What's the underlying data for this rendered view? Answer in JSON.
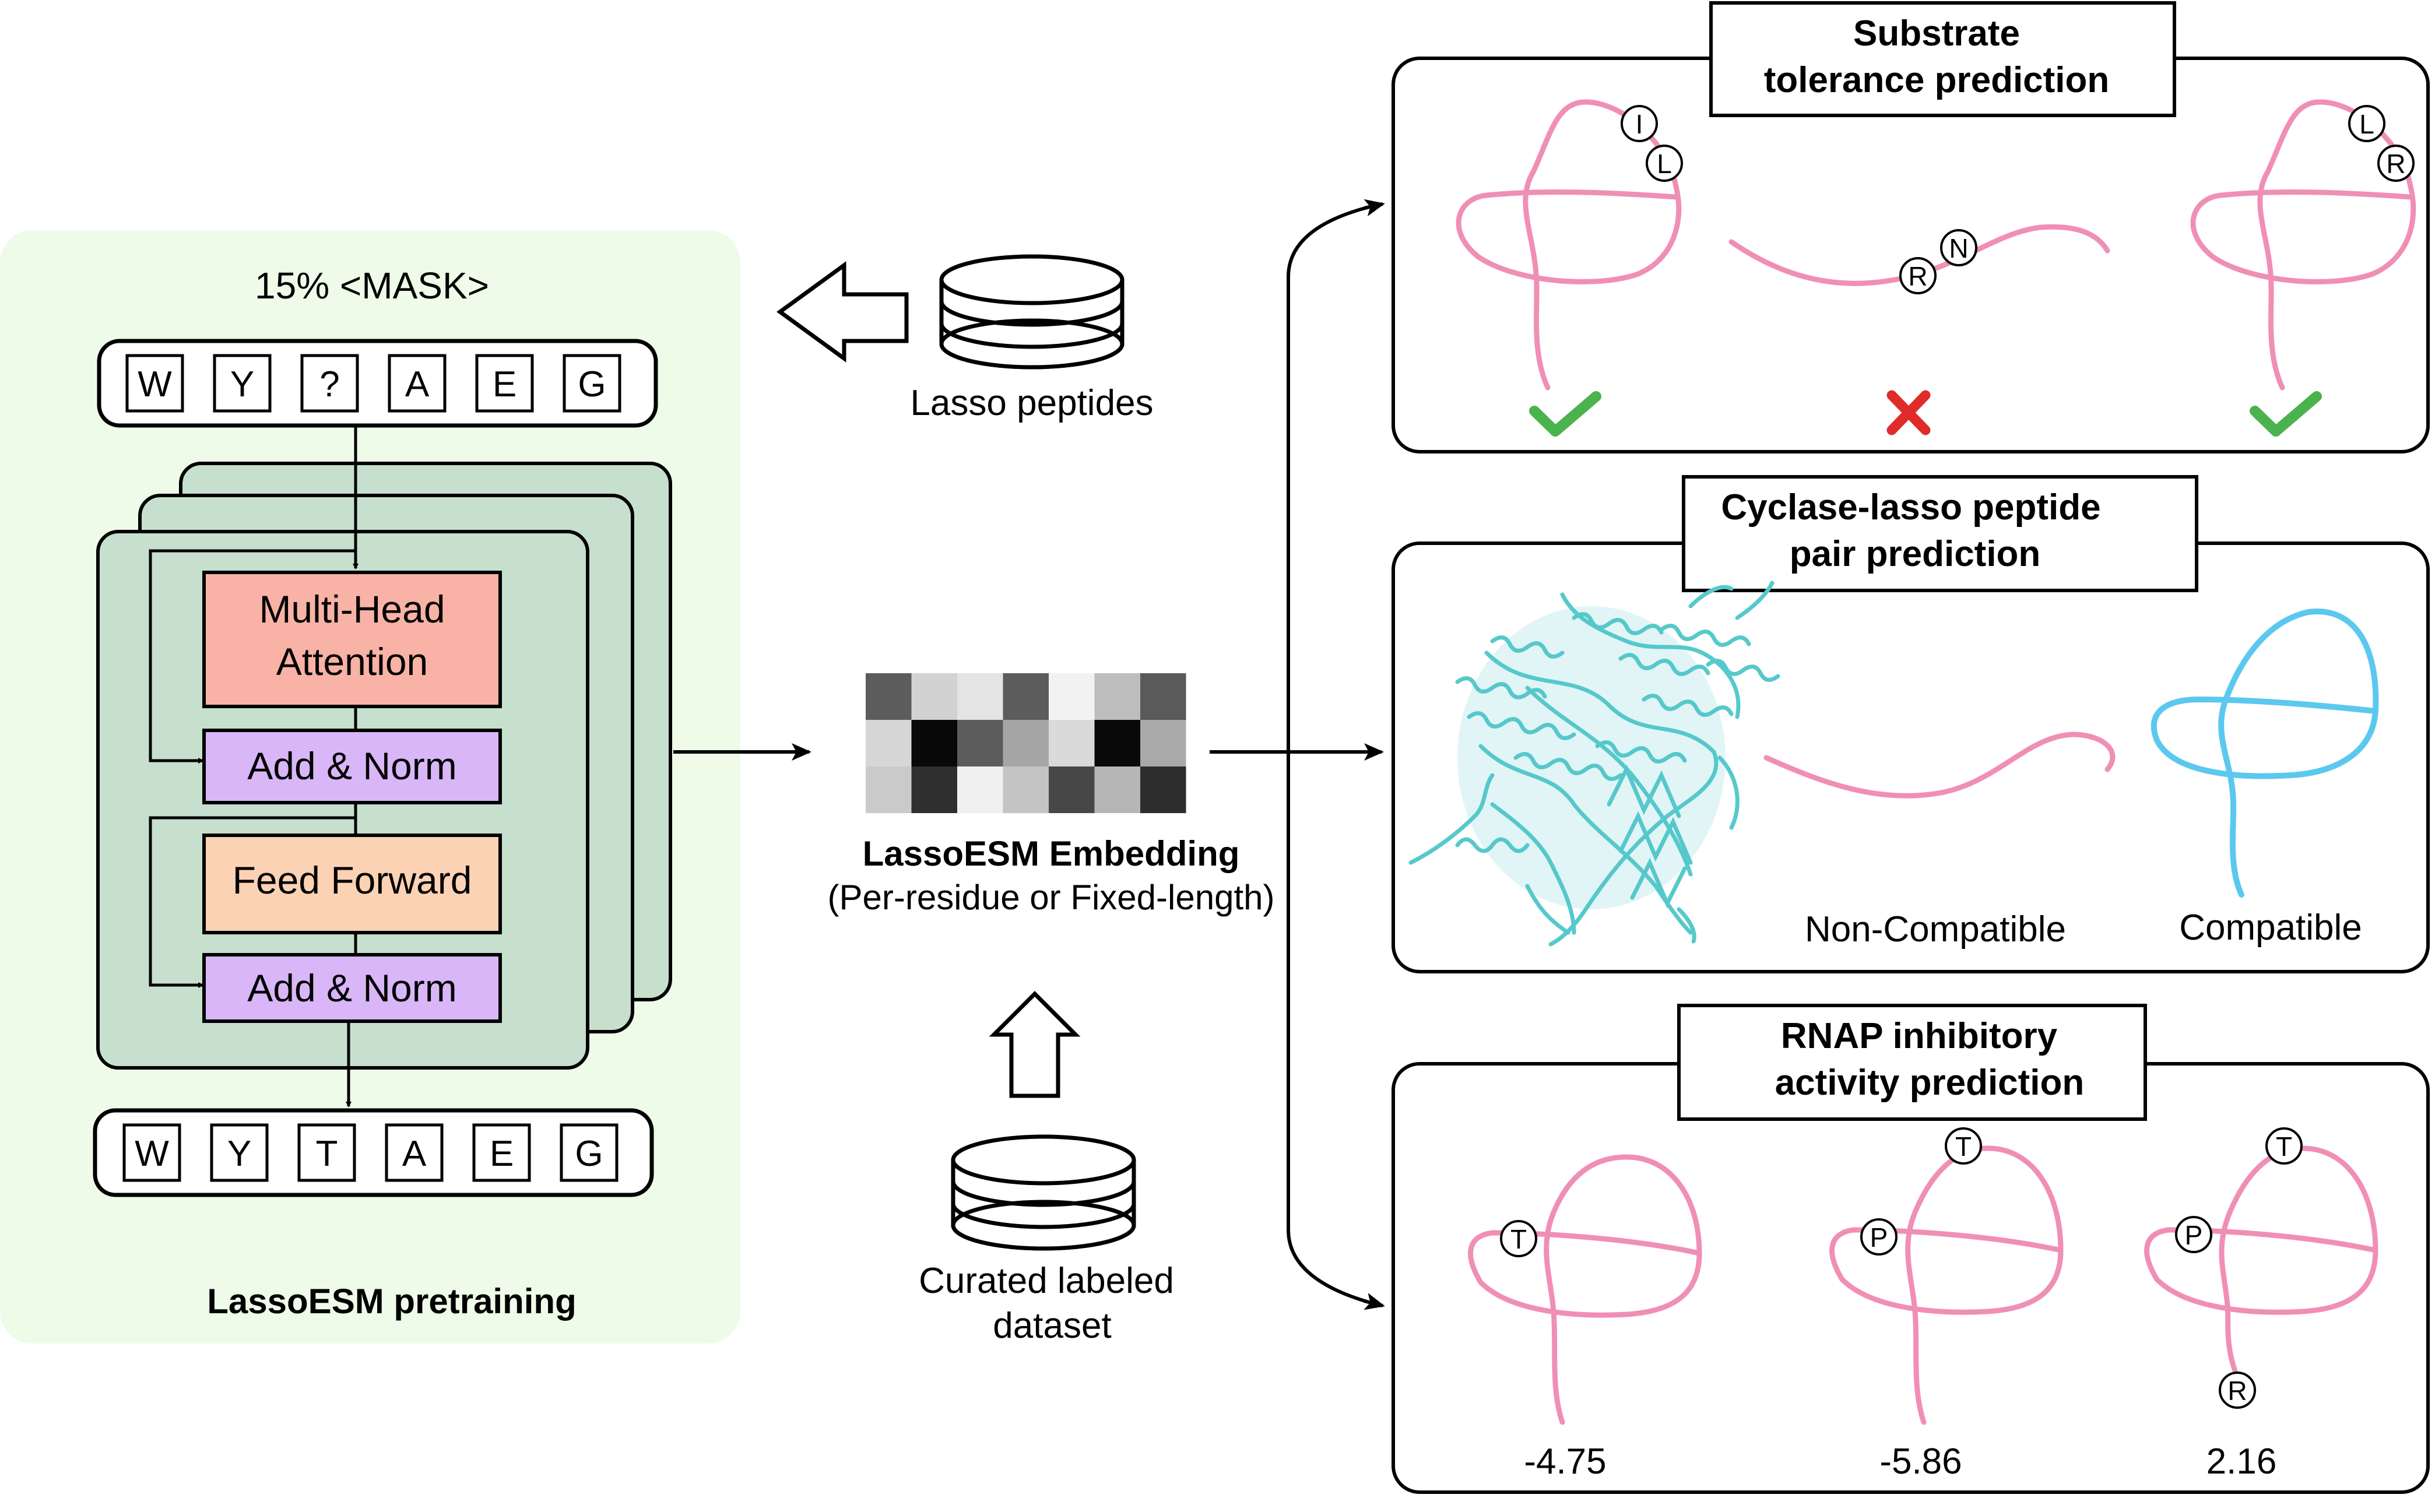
{
  "colors": {
    "pretrain_bg": "#eefbe9",
    "layer_fill": "#c6e0cd",
    "attention_fill": "#f8b2a6",
    "norm_fill": "#d9b6f7",
    "feedforward_fill": "#fbd2b4",
    "lasso_pink": "#f08fb6",
    "compatible_blue": "#5bc8ef",
    "protein_cyan": "#56c9cb",
    "check_green": "#4bb34d",
    "cross_red": "#e02b2b",
    "line_black": "#000000"
  },
  "pretraining": {
    "mask_label": "15% <MASK>",
    "input_tokens": [
      "W",
      "Y",
      "?",
      "A",
      "E",
      "G"
    ],
    "output_tokens": [
      "W",
      "Y",
      "T",
      "A",
      "E",
      "G"
    ],
    "attention_line1": "Multi-Head",
    "attention_line2": "Attention",
    "add_norm_1": "Add & Norm",
    "feed_forward": "Feed Forward",
    "add_norm_2": "Add & Norm",
    "caption": "LassoESM pretraining"
  },
  "data_sources": {
    "lasso_peptides": "Lasso peptides",
    "curated_line1": "Curated labeled",
    "curated_line2": "dataset"
  },
  "embedding": {
    "title": "LassoESM Embedding",
    "subtitle": "(Per-residue or Fixed-length)",
    "matrix_shades": [
      [
        "#5c5c5c",
        "#d2d2d2",
        "#e4e4e4",
        "#5c5c5c",
        "#f2f2f2",
        "#bdbdbd",
        "#5a5a5a"
      ],
      [
        "#d6d6d6",
        "#080808",
        "#5c5c5c",
        "#a6a6a6",
        "#dadada",
        "#0a0a0a",
        "#aaaaaa"
      ],
      [
        "#cacaca",
        "#2f2f2f",
        "#f0f0f0",
        "#c4c4c4",
        "#474747",
        "#b6b6b6",
        "#2d2d2d"
      ]
    ]
  },
  "tasks": {
    "substrate": {
      "title_line1": "Substrate",
      "title_line2": "tolerance prediction",
      "residues": [
        "I",
        "L",
        "R",
        "N",
        "L",
        "R"
      ],
      "outcome_icons": [
        "check-icon",
        "cross-icon",
        "check-icon"
      ]
    },
    "cyclase": {
      "title_line1": "Cyclase-lasso peptide",
      "title_line2": "pair prediction",
      "non_compatible": "Non-Compatible",
      "compatible": "Compatible"
    },
    "rnap": {
      "title_line1": "RNAP inhibitory",
      "title_line2": "activity prediction",
      "residues": [
        "T",
        "P",
        "T",
        "P",
        "T",
        "R"
      ],
      "values": [
        "-4.75",
        "-5.86",
        "2.16"
      ]
    }
  }
}
